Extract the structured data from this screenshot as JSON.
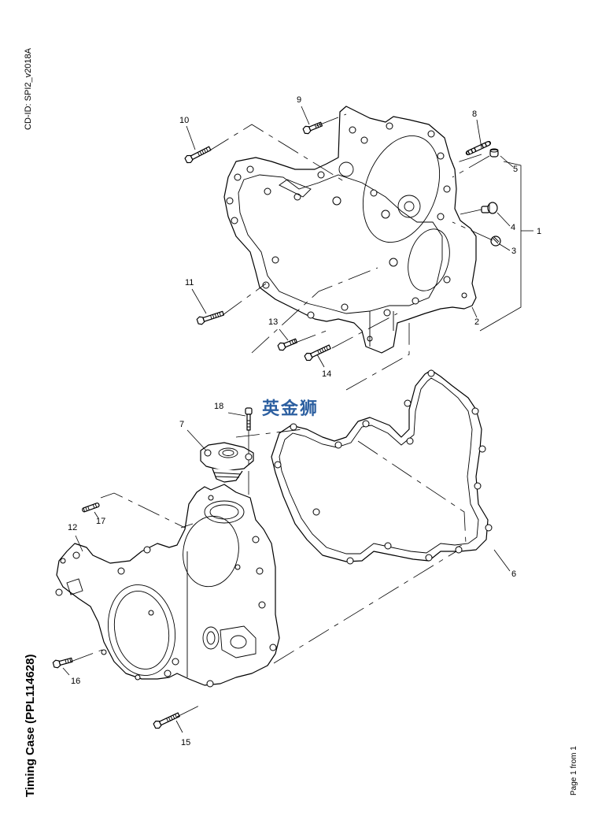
{
  "document": {
    "cd_id": "CD-ID: SPI2_v2018A",
    "title": "Timing Case (PPL114628)",
    "page_info": "Page 1 from 1",
    "watermark": "英金狮",
    "watermark_color": "#2c5fa0"
  },
  "callouts": [
    {
      "number": "1",
      "part": "timing-case-assembly"
    },
    {
      "number": "2",
      "part": "timing-case-housing"
    },
    {
      "number": "3",
      "part": "plug-small"
    },
    {
      "number": "4",
      "part": "plug-large"
    },
    {
      "number": "5",
      "part": "dowel-sleeve"
    },
    {
      "number": "6",
      "part": "gasket"
    },
    {
      "number": "7",
      "part": "cover-cap"
    },
    {
      "number": "8",
      "part": "stud-long"
    },
    {
      "number": "9",
      "part": "flange-bolt-short"
    },
    {
      "number": "10",
      "part": "flange-bolt"
    },
    {
      "number": "11",
      "part": "flange-bolt-long"
    },
    {
      "number": "12",
      "part": "front-cover"
    },
    {
      "number": "13",
      "part": "flange-bolt-short"
    },
    {
      "number": "14",
      "part": "flange-bolt"
    },
    {
      "number": "15",
      "part": "flange-bolt"
    },
    {
      "number": "16",
      "part": "flange-bolt-short"
    },
    {
      "number": "17",
      "part": "stud-short"
    },
    {
      "number": "18",
      "part": "socket-screw"
    }
  ]
}
